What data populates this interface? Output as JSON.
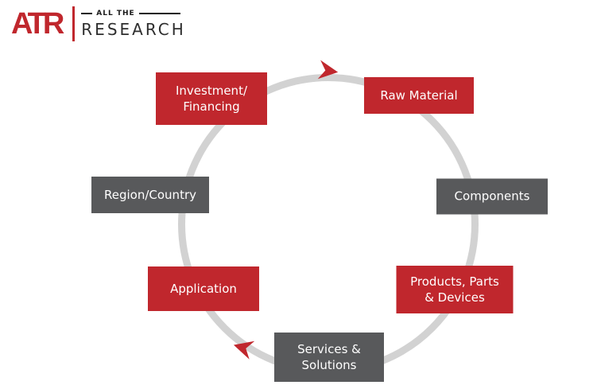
{
  "logo": {
    "monogram": "ATR",
    "tagline": "ALL THE",
    "name": "RESEARCH"
  },
  "colors": {
    "primary_red": "#c0272d",
    "dark_gray": "#58595b",
    "ring_gray": "#d2d2d2"
  },
  "diagram": {
    "type": "cycle",
    "direction": "clockwise",
    "nodes": [
      {
        "id": "investment-financing",
        "label": "Investment/\nFinancing",
        "color": "#c0272d"
      },
      {
        "id": "raw-material",
        "label": "Raw Material",
        "color": "#c0272d"
      },
      {
        "id": "components",
        "label": "Components",
        "color": "#58595b"
      },
      {
        "id": "products-parts-devices",
        "label": "Products, Parts\n& Devices",
        "color": "#c0272d"
      },
      {
        "id": "services-solutions",
        "label": "Services &\nSolutions",
        "color": "#58595b"
      },
      {
        "id": "application",
        "label": "Application",
        "color": "#c0272d"
      },
      {
        "id": "region-country",
        "label": "Region/Country",
        "color": "#58595b"
      }
    ]
  }
}
